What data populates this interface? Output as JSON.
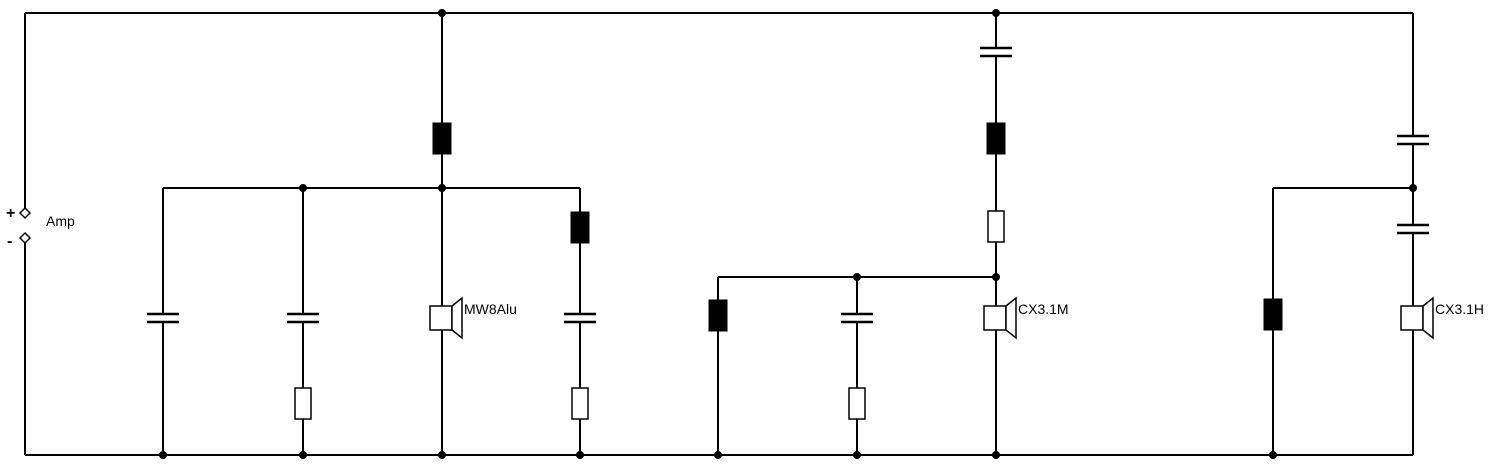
{
  "amp": {
    "label": "Amp",
    "plus": "+",
    "minus": "-"
  },
  "speakers": [
    {
      "label": "MW8Alu"
    },
    {
      "label": "CX3.1M"
    },
    {
      "label": "CX3.1H"
    }
  ]
}
